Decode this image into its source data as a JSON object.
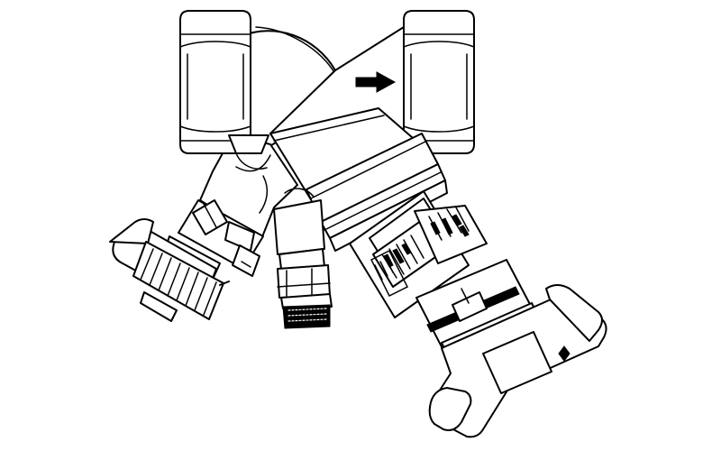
{
  "figure": {
    "subject": "balancing-valve-line-drawing",
    "flow_direction": "left-to-right",
    "icons": {
      "arrow": "flow-direction-arrow",
      "dial_marker": "diamond-marker-icon"
    },
    "colors": {
      "ink": "#000000",
      "paper": "#ffffff"
    }
  }
}
